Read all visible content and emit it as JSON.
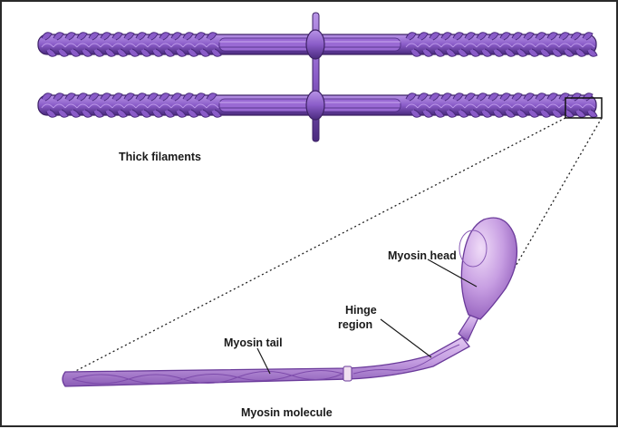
{
  "labels": {
    "thick_filaments": "Thick filaments",
    "myosin_head": "Myosin head",
    "hinge_line1": "Hinge",
    "hinge_line2": "region",
    "myosin_tail": "Myosin tail",
    "myosin_molecule": "Myosin molecule"
  },
  "colors": {
    "filament_fill": "#8a5cc8",
    "filament_dark": "#4a2a7e",
    "filament_light": "#b894e6",
    "molecule_fill": "#c39be0",
    "molecule_dark": "#6a3a9a",
    "hinge_collar": "#f0e0f0"
  }
}
